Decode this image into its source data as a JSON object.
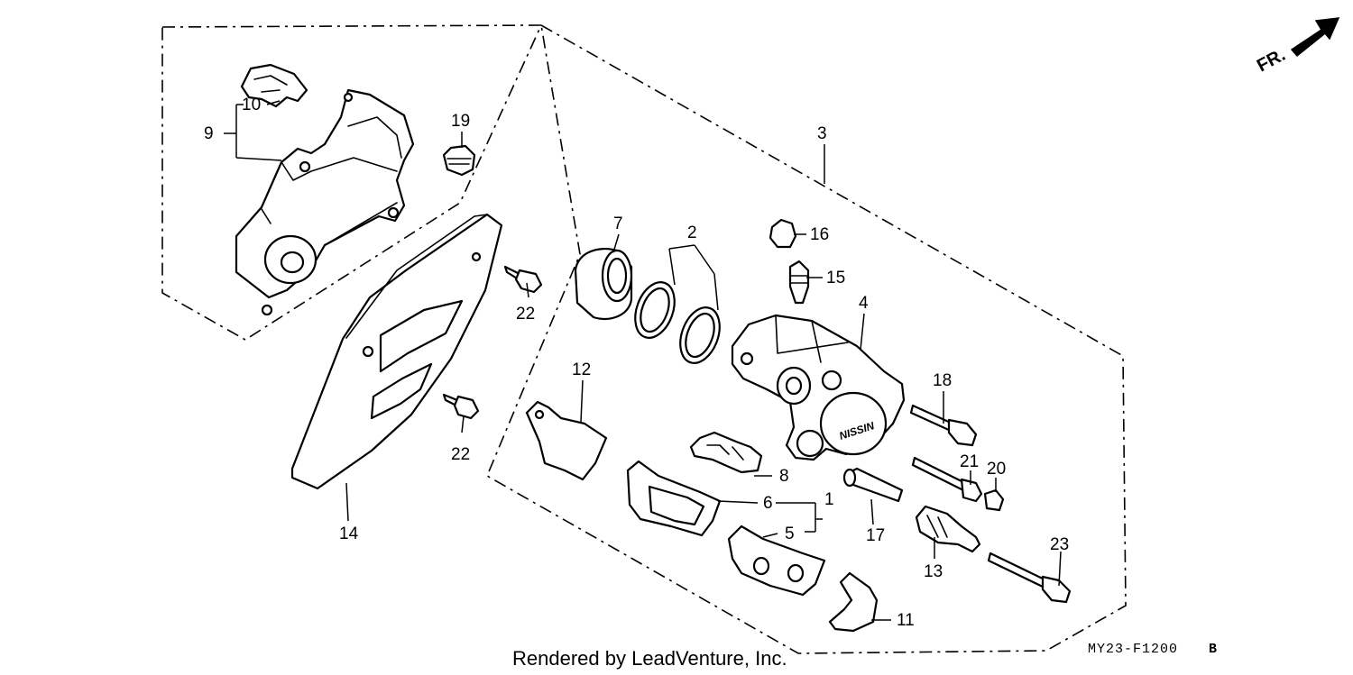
{
  "diagram": {
    "callouts": {
      "c1": "1",
      "c2": "2",
      "c3": "3",
      "c4": "4",
      "c5": "5",
      "c6": "6",
      "c7": "7",
      "c8": "8",
      "c9": "9",
      "c10": "10",
      "c11": "11",
      "c12": "12",
      "c13": "13",
      "c14": "14",
      "c15": "15",
      "c16": "16",
      "c17": "17",
      "c18": "18",
      "c19": "19",
      "c20": "20",
      "c21": "21",
      "c22a": "22",
      "c22b": "22",
      "c23": "23"
    },
    "caliper_logo": "NISSIN",
    "direction_label": "FR.",
    "footer_text": "Rendered by LeadVenture, Inc.",
    "diagram_code": "MY23-F1200",
    "diagram_code_suffix": "B"
  }
}
